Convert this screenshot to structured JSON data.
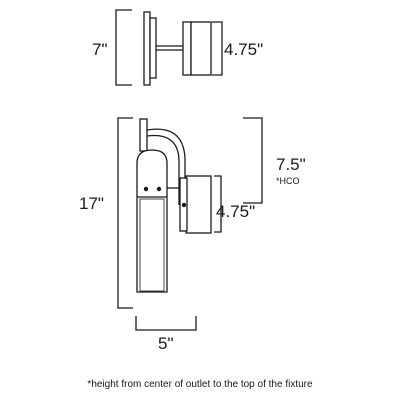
{
  "top_view": {
    "depth_label": "7\"",
    "width_label": "4.75\""
  },
  "front_view": {
    "height_label": "17\"",
    "hco_label": "7.5\"",
    "hco_note": "*HCO",
    "backplate_label": "4.75\"",
    "width_label": "5\""
  },
  "footnote": "*height from center of outlet to the top of the fixture"
}
